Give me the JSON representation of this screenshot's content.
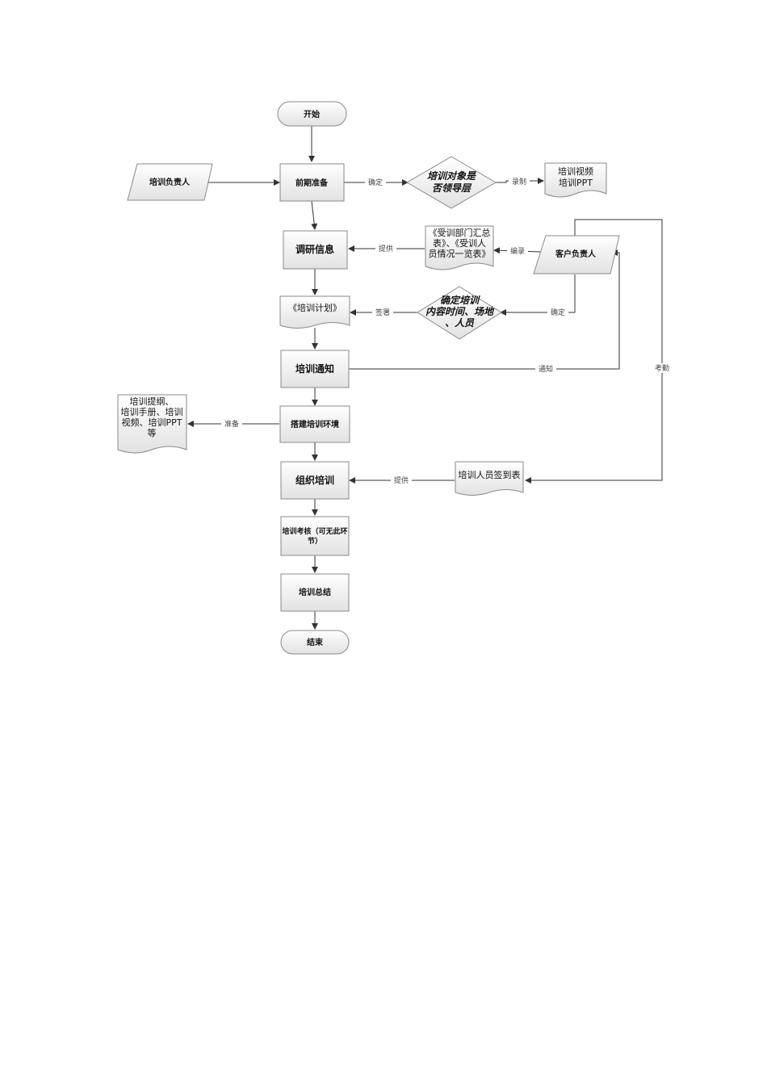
{
  "nodes": {
    "start": "开始",
    "prep": "前期准备",
    "trainer": "培训负责人",
    "decision1_l1": "培训对象是",
    "decision1_l2": "否领导层",
    "video_l1": "培训视频",
    "video_l2": "培训PPT",
    "research": "调研信息",
    "summary_l1": "《受训部门汇总",
    "summary_l2": "表》、《受训人",
    "summary_l3": "员情况一览表》",
    "client": "客户负责人",
    "plan": "《培训计划》",
    "decision2_l1": "确定培训",
    "decision2_l2": "内容时间、场地",
    "decision2_l3": "、人员",
    "notice": "培训通知",
    "materials_l1": "培训提纲、",
    "materials_l2": "培训手册、培训",
    "materials_l3": "视频、培训PPT",
    "materials_l4": "等",
    "env": "搭建培训环境",
    "organize": "组织培训",
    "signin": "培训人员签到表",
    "exam_l1": "培训考核（可无此环",
    "exam_l2": "节）",
    "conclude": "培训总结",
    "end": "结束"
  },
  "edges": {
    "confirm1": "确定",
    "record": "录制",
    "provide1": "提供",
    "compile": "编录",
    "sign": "签署",
    "confirm2": "确定",
    "notify": "通知",
    "prepare": "准备",
    "attendance": "考勤",
    "provide2": "提供"
  },
  "colors": {
    "stroke": "#8a8a8a",
    "fill_top": "#ffffff",
    "fill_bottom": "#e4e4e4",
    "line": "#333333"
  }
}
